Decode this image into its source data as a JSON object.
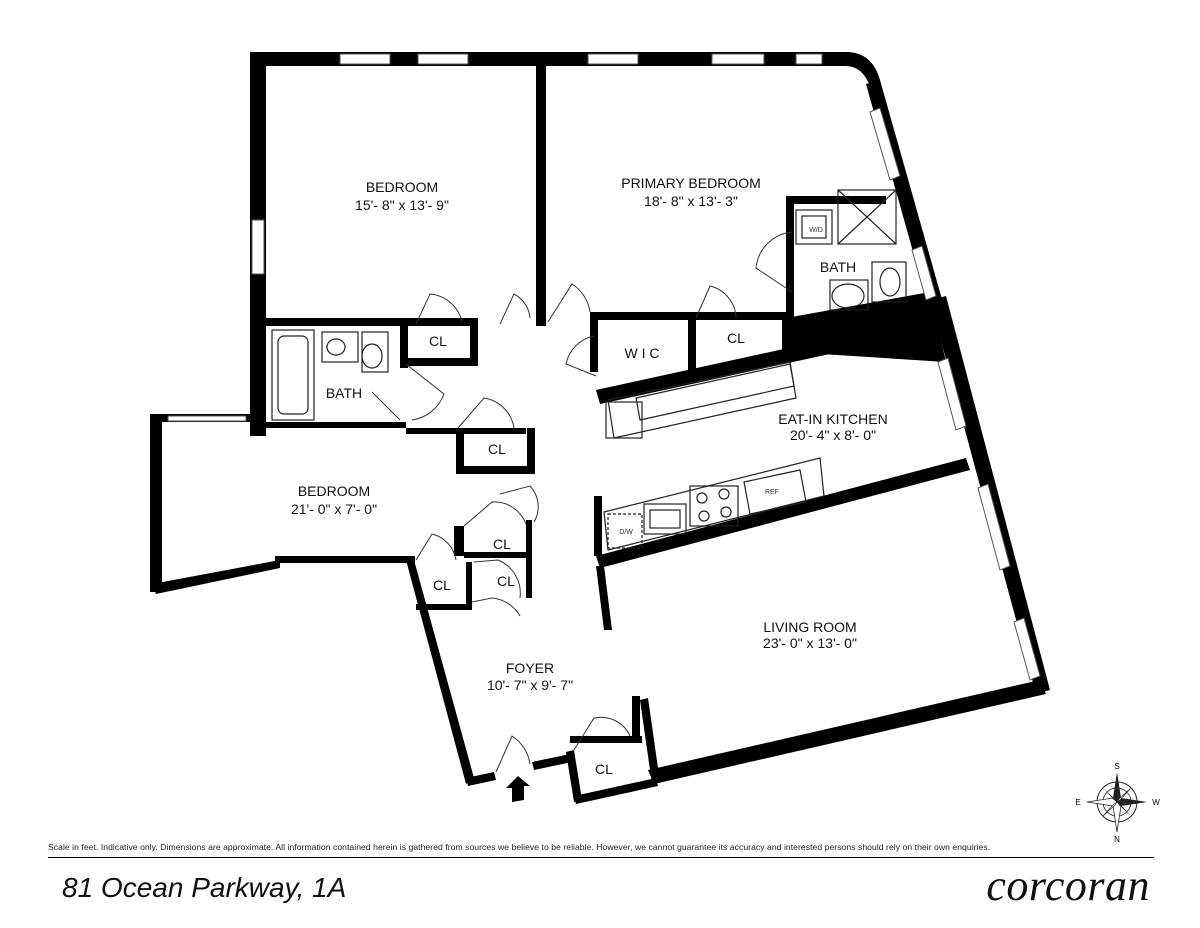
{
  "rooms": [
    {
      "name": "BEDROOM",
      "dims": "15'- 8\" x 13'- 9\""
    },
    {
      "name": "PRIMARY BEDROOM",
      "dims": "18'- 8\" x 13'- 3\""
    },
    {
      "name": "BEDROOM",
      "dims": "21'- 0\" x 7'- 0\""
    },
    {
      "name": "EAT-IN KITCHEN",
      "dims": "20'- 4\" x 8'- 0\""
    },
    {
      "name": "LIVING ROOM",
      "dims": "23'- 0\" x 13'- 0\""
    },
    {
      "name": "FOYER",
      "dims": "10'- 7\" x 9'- 7\""
    }
  ],
  "small_labels": {
    "bath": "BATH",
    "closet": "CL",
    "walk_in_closet": "W I C",
    "washer_dryer": "W/D",
    "dishwasher": "D/W",
    "refrigerator": "REF"
  },
  "compass": {
    "north": "N",
    "south": "S",
    "east": "E",
    "west": "W"
  },
  "disclaimer": "Scale in feet. Indicative only. Dimensions are approximate. All information contained herein is gathered from sources we believe to be reliable. However, we cannot guarantee its accuracy and interested persons should rely on their own enquiries.",
  "address": "81 Ocean Parkway, 1A",
  "brand": "corcoran"
}
